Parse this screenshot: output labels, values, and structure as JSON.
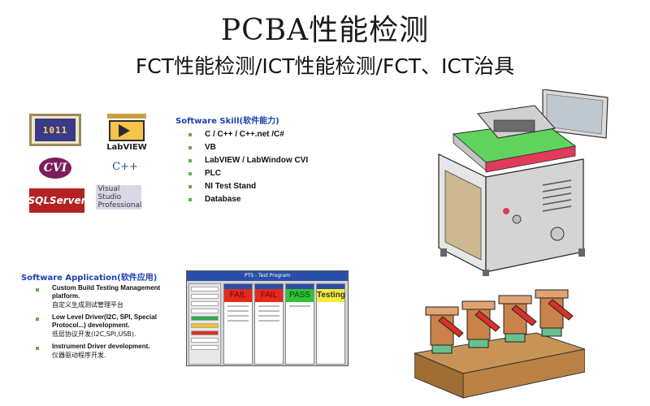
{
  "header": {
    "title": "PCBA性能检测",
    "subtitle": "FCT性能检测/ICT性能检测/FCT、ICT治具"
  },
  "logos": {
    "labview_label": "LabVIEW",
    "cvi_label": "CVI",
    "cpp_label": "C++",
    "sql_label": "SQLServer",
    "vs_label": "Visual Studio Professional"
  },
  "skills": {
    "heading": "Software Skill(软件能力)",
    "items": [
      "C / C++ / C++.net  /C#",
      "VB",
      "LabVIEW / LabWindow CVI",
      "PLC",
      "NI Test Stand",
      "Database"
    ]
  },
  "applications": {
    "heading": "Software Application(软件应用)",
    "items": [
      {
        "en": "Custom Build Testing Management platform.",
        "cn": "自定义生成测试管理平台"
      },
      {
        "en": "Low Level Driver(I2C, SPI, Special Protocol...) development.",
        "cn": "低层协议开发(I2C,SPI,USB)."
      },
      {
        "en": "Instrument Driver development.",
        "cn": "仪器驱动程序开发."
      }
    ]
  },
  "test_program": {
    "title": "PTS - Test Program",
    "status": [
      "FAIL",
      "FAIL",
      "PASS",
      "Testing"
    ],
    "colors": {
      "fail": "#e22a1f",
      "pass": "#2ec33a",
      "testing": "#f5ec3a"
    }
  },
  "colors": {
    "heading_blue": "#1c3fb5",
    "bullet_green": "#6aa84f",
    "machine_green": "#5fd35c",
    "machine_red": "#e23a5a"
  }
}
